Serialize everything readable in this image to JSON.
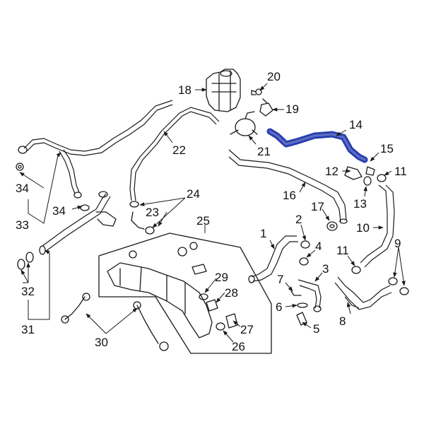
{
  "highlight_color": "#2a3fb0",
  "line_color": "#1a1a1a",
  "callouts": {
    "c1": "1",
    "c2": "2",
    "c3": "3",
    "c4": "4",
    "c5": "5",
    "c6": "6",
    "c7": "7",
    "c8": "8",
    "c9": "9",
    "c10": "10",
    "c11a": "11",
    "c11b": "11",
    "c12": "12",
    "c13": "13",
    "c14": "14",
    "c15": "15",
    "c16": "16",
    "c17": "17",
    "c18": "18",
    "c19": "19",
    "c20": "20",
    "c21": "21",
    "c22": "22",
    "c23": "23",
    "c24": "24",
    "c25": "25",
    "c26": "26",
    "c27": "27",
    "c28": "28",
    "c29": "29",
    "c30": "30",
    "c31": "31",
    "c32": "32",
    "c33": "33",
    "c34a": "34",
    "c34b": "34"
  }
}
